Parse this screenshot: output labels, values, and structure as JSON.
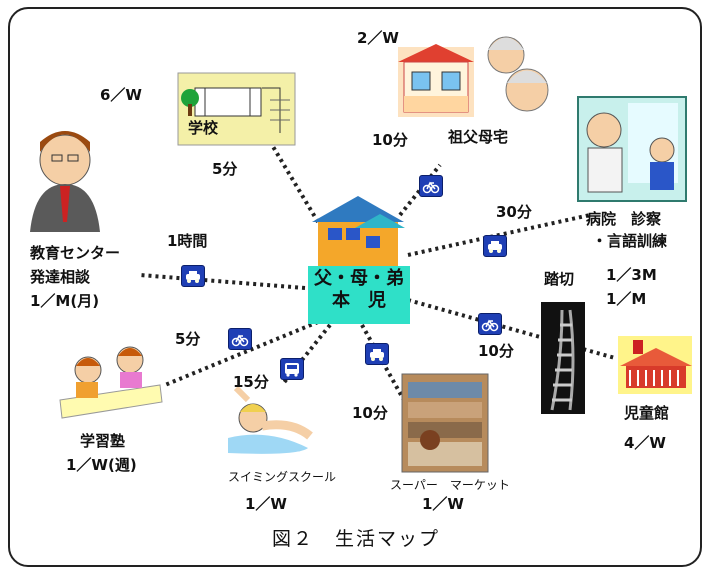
{
  "center": {
    "line1": "父・母・弟",
    "line2": "本　児"
  },
  "nodes": {
    "school": {
      "label": "学校",
      "freq": "6／W",
      "time": "5分"
    },
    "grandparents": {
      "label": "祖父母宅",
      "freq": "2／W",
      "time": "10分"
    },
    "hospital": {
      "line1": "病院　診察",
      "line2": "・言語訓練",
      "freq1": "1／3M",
      "freq2": "1／M",
      "time": "30分"
    },
    "education_center": {
      "line1": "教育センター",
      "line2": "発達相談",
      "line3": "1／M(月)",
      "time": "1時間"
    },
    "cram_school": {
      "label": "学習塾",
      "freq": "1／W(週)",
      "time": "5分"
    },
    "swimming": {
      "label": "スイミングスクール",
      "freq": "1／W",
      "time": "15分"
    },
    "supermarket": {
      "label": "スーパー　マーケット",
      "freq": "1／W",
      "time": "10分"
    },
    "children_hall": {
      "label": "児童館",
      "freq": "4／W",
      "time": "10分"
    },
    "crossing": {
      "label": "踏切"
    }
  },
  "caption": "図２　生活マップ",
  "colors": {
    "badge": "#1f3fb5",
    "center_box": "#2fe0c8",
    "line": "#222222"
  },
  "icons": [
    "car-icon",
    "bicycle-icon",
    "bus-icon",
    "house-icon"
  ]
}
